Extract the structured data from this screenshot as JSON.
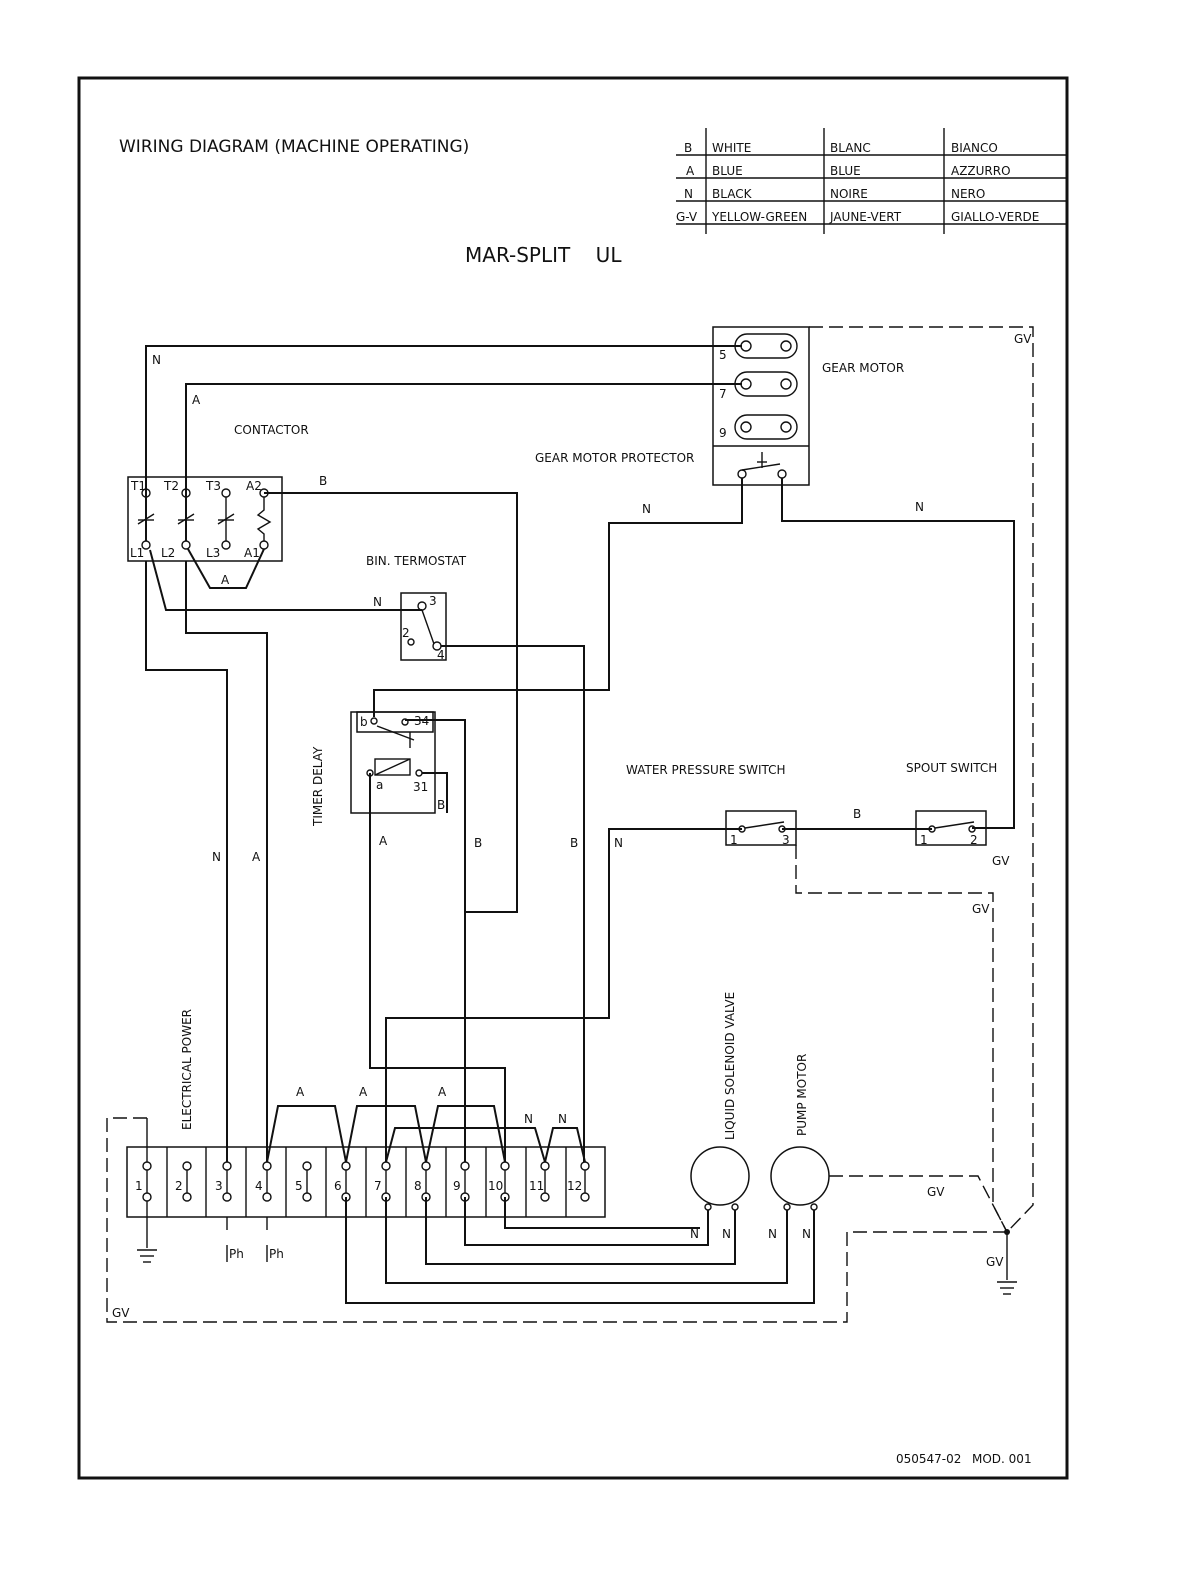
{
  "title": "WIRING DIAGRAM (MACHINE OPERATING)",
  "model": "MAR-SPLIT    UL",
  "drawing_number": "050547-02",
  "modification": "MOD. 001",
  "color_legend": [
    {
      "code": "B",
      "en": "WHITE",
      "fr": "BLANC",
      "it": "BIANCO"
    },
    {
      "code": "A",
      "en": "BLUE",
      "fr": "BLUE",
      "it": "AZZURRO"
    },
    {
      "code": "N",
      "en": "BLACK",
      "fr": "NOIRE",
      "it": "NERO"
    },
    {
      "code": "G-V",
      "en": "YELLOW-GREEN",
      "fr": "JAUNE-VERT",
      "it": "GIALLO-VERDE"
    }
  ],
  "components": {
    "contactor": "CONTACTOR",
    "gear_motor": "GEAR MOTOR",
    "gear_motor_protector": "GEAR MOTOR PROTECTOR",
    "bin_thermostat": "BIN. TERMOSTAT",
    "timer_delay": "TIMER DELAY",
    "water_pressure_switch": "WATER PRESSURE SWITCH",
    "spout_switch": "SPOUT SWITCH",
    "electrical_power": "ELECTRICAL POWER",
    "liquid_solenoid_valve": "LIQUID SOLENOID VALVE",
    "pump_motor": "PUMP MOTOR"
  },
  "contactor_terminals": {
    "top": [
      "T1",
      "T2",
      "T3",
      "A2"
    ],
    "bottom": [
      "L1",
      "L2",
      "L3",
      "A1"
    ]
  },
  "gear_motor_terminals": [
    "5",
    "7",
    "9"
  ],
  "thermostat_terminals": [
    "3",
    "2",
    "4"
  ],
  "timer_terminals": [
    "b",
    "34",
    "a",
    "31"
  ],
  "switch_terminals": [
    "1",
    "3",
    "1",
    "2"
  ],
  "terminal_block": [
    "1",
    "2",
    "3",
    "4",
    "5",
    "6",
    "7",
    "8",
    "9",
    "10",
    "11",
    "12"
  ],
  "phase_labels": [
    "Ph",
    "Ph"
  ],
  "wire_codes": {
    "white": "B",
    "blue": "A",
    "black": "N",
    "ground": "GV"
  }
}
